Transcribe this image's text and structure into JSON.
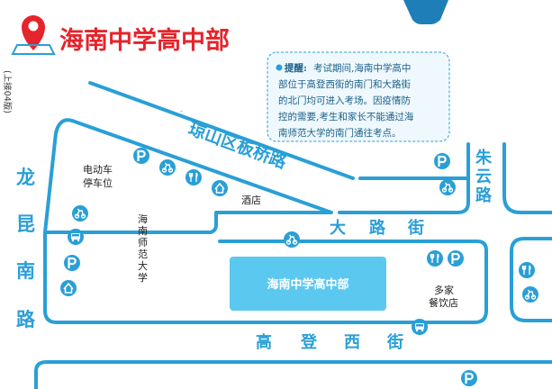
{
  "title": "海南中学高中部",
  "side_note": "(上接04版)",
  "notice": {
    "lead": "提醒:",
    "lines": [
      "考试期间,海南中学高中",
      "部位于高登西街的南门和大路街",
      "的北门均可进入考场。因疫情防",
      "控的需要,考生和家长不能通过海",
      "南师范大学的南门通往考点。"
    ]
  },
  "roads": {
    "banqiao": "琼山区板桥路",
    "dalu": [
      "大",
      "路",
      "街"
    ],
    "gaodeng": [
      "高",
      "登",
      "西",
      "街"
    ],
    "longkun": [
      "龙",
      "昆",
      "南",
      "路"
    ],
    "zhuyun": [
      "朱",
      "云",
      "路"
    ]
  },
  "labels": {
    "ebike_parking_line1": "电动车",
    "ebike_parking_line2": "停车位",
    "hotel": "酒店",
    "university_vertical": [
      "海",
      "南",
      "师",
      "范",
      "大",
      "学"
    ],
    "school": "海南中学高中部",
    "restaurants_line1": "多家",
    "restaurants_line2": "餐饮店"
  },
  "colors": {
    "road_outline": "#2a9fd6",
    "school_fill": "#5bc8f0",
    "title_red": "#e5242b",
    "notice_bg": "#eef8fd"
  },
  "icons": [
    "location-pin-icon",
    "parking-icon",
    "ebike-icon",
    "restaurant-icon",
    "building-icon",
    "bus-icon"
  ]
}
